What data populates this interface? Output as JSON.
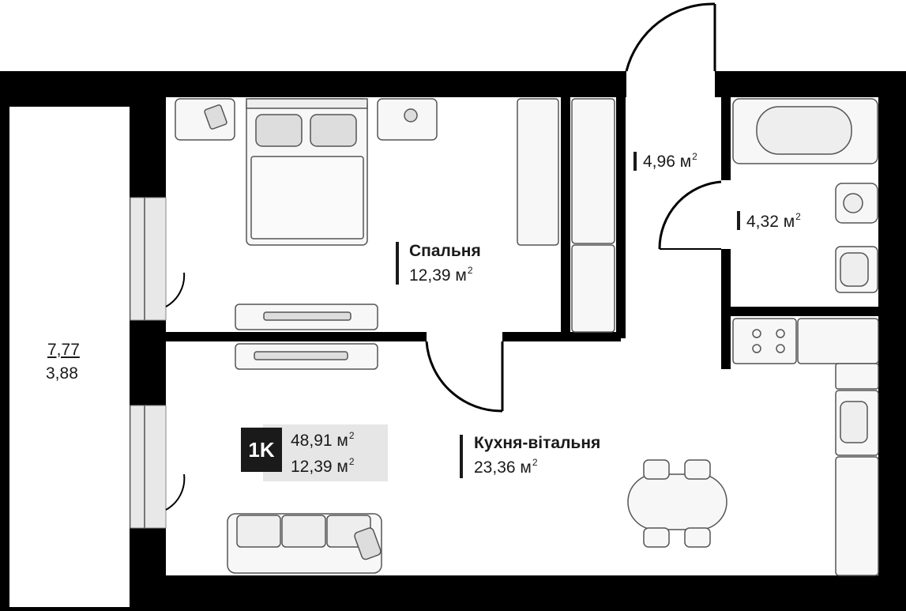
{
  "apartment": {
    "type_badge": "1K",
    "total_area": "48,91 м",
    "living_area": "12,39 м",
    "unit_sup": "2"
  },
  "rooms": {
    "bedroom": {
      "name": "Спальня",
      "area": "12,39 м"
    },
    "kitchen_living": {
      "name": "Кухня-вітальня",
      "area": "23,36 м"
    },
    "hallway": {
      "area": "4,96 м"
    },
    "bathroom": {
      "area": "4,32 м"
    }
  },
  "balcony": {
    "value_top": "7,77",
    "value_bottom": "3,88"
  },
  "colors": {
    "wall": "#000000",
    "furniture_stroke": "#555555",
    "furniture_fill": "#f2f2f2",
    "label_bg": "#e6e6e6",
    "text": "#1a1a1a"
  },
  "furniture_icons": [
    "double-bed-icon",
    "nightstand-icon",
    "wardrobe-icon",
    "tv-stand-icon",
    "bathtub-icon",
    "toilet-icon",
    "washbasin-icon",
    "stove-icon",
    "sink-icon",
    "dining-table-icon",
    "chair-icon",
    "sofa-icon",
    "door-icon",
    "window-icon"
  ]
}
